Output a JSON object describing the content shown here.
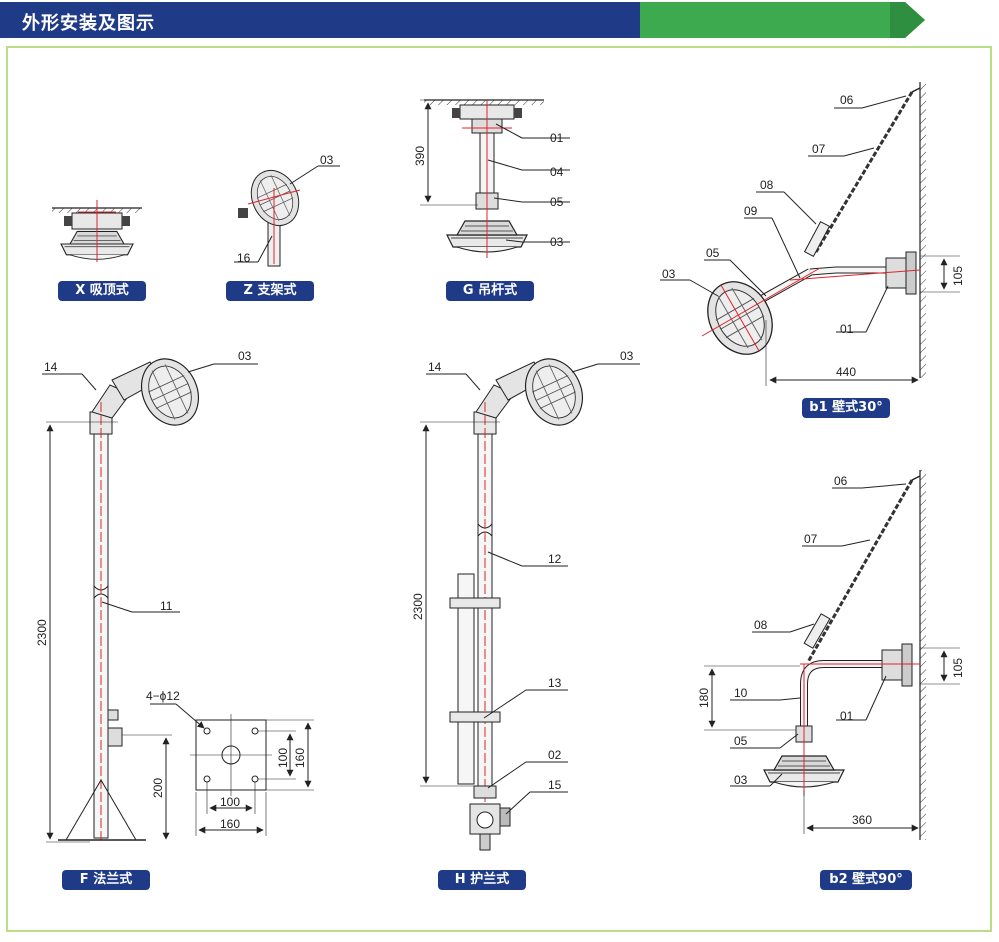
{
  "header": {
    "title": "外形安装及图示"
  },
  "colors": {
    "header_blue": "#1f3a86",
    "header_green": "#3daa4f",
    "frame_green": "#b9de86",
    "badge": "#1f3a86",
    "axis_red": "#e0242a"
  },
  "labels": {
    "x": "X  吸顶式",
    "z": "Z 支架式",
    "g": "G 吊杆式",
    "b1": "b1 壁式30°",
    "f": "F 法兰式",
    "h": "H 护兰式",
    "b2": "b2 壁式90°"
  },
  "parts": {
    "p01": "01",
    "p02": "02",
    "p03": "03",
    "p04": "04",
    "p05": "05",
    "p06": "06",
    "p07": "07",
    "p08": "08",
    "p09": "09",
    "p10": "10",
    "p11": "11",
    "p12": "12",
    "p13": "13",
    "p14": "14",
    "p15": "15",
    "p16": "16"
  },
  "dims": {
    "d390": "390",
    "d105": "105",
    "d440": "440",
    "d2300": "2300",
    "d200": "200",
    "d100": "100",
    "d160": "160",
    "d4phi12": "4−ϕ12",
    "d180": "180",
    "d360": "360"
  }
}
